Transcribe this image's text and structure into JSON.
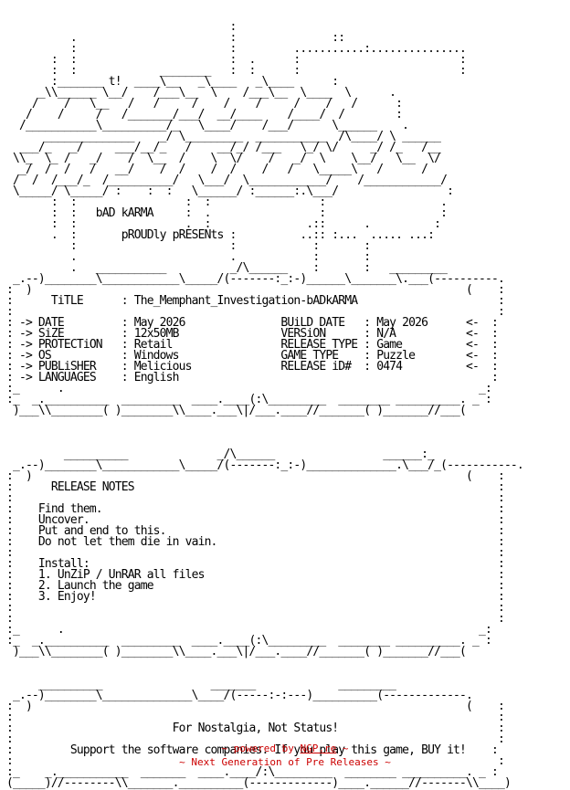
{
  "nfo_lines": [
    "                                    :",
    "           .                        :               ::",
    "           :                        :         ...........:...............",
    "        :  :                        :  .      :                         :",
    "        :  :             ________   :  :      :                         :",
    "        :_______ t!  ____\\__   _\\____   _\\____      :",
    "      _\\\\______ \\__/    /___\\__  \\    /___\\__  \\____  \\      .",
    "     /    /   \\__   /   /     /    /    /     /    /   /      :",
    "    /    /     /   /_______/___/  __/____    /____/  /        :",
    "   /___________\\__________/_   \\____/    /___/      \\______    .",
    "       ______________    _/ \\_________  ___________  /\\____/ \\ ______",
    "   ___/_   _/     ___/__/_   /    __/_/ /___   \\_/ \\/     _/ /_   /__",
    "  \\\\_  \\_ /   _/    /  \\__  /    \\  \\/    /   _/  \\    \\__/   \\__  \\/",
    "   _/  /  /   /   __/    /  /    /  /    /   /   \\_____\\   /      /",
    "  /  /  /___/_  /__________/   \\___/  \\____________/    /____________/",
    "  \\_____/ \\_____/ :    :  :   \\______/ :______:.\\___/                 :",
    "        :  :                 :  :                 :                  .",
    "        :  :   bAD kARMA     :  .                 :                  :",
    "        :  :                 .  :               .::      .          :",
    "        .  :       pROUDly pRESENts :          ..:: :...  ..... ...:",
    "           :                        :            :       :",
    "           .                        .            :       :",
    "           .   ___________          _/\\______    :       :   _________",
    "  _.--)________\\____________\\_____/(-------:_:-)______\\_______\\.___(----------.",
    " :  )                                                                    (    :",
    " :      TiTLE      : The_Memphant_Investigation-bADkARMA                      :",
    " :                                                                            :",
    " : -> DATE         : May 2026               BUiLD DATE   : May 2026      <-  :",
    " : -> SiZE         : 12x50MB                VERSiON      : N/A           <-  :",
    " : -> PROTECTiON   : Retail                 RELEASE TYPE : Game          <-  :",
    " : -> OS           : Windows                GAME TYPE    : Puzzle        <-  :",
    " : -> PUBLiSHER    : Melicious              RELEASE iD#  : 0474          <-  :",
    " : -> LANGUAGES    : English                                                 :",
    " :_      .                                                                 _:",
    " :_  _.__________  _________  ____.____(:\\_________  ________ __________. _ :",
    "  )___\\\\________( )________\\\\____.___\\|/___.____//_______( )_______//___(",
    "",
    "",
    "",
    "          __________              _/\\______                 ______:_",
    "  _.--)________\\____________\\_____/(-------:_:-)______________.\\___/_(-----------.",
    " :  )                                                                    (    :",
    " :      RELEASE NOTES                                                         :",
    " :                                                                            :",
    " :    Find them.                                                              :",
    " :    Uncover.                                                                :",
    " :    Put and end to this.                                                    :",
    " :    Do not let them die in vain.                                            :",
    " :                                                                            :",
    " :    Install:                                                                :",
    " :    1. UnZiP / UnRAR all files                                              :",
    " :    2. Launch the game                                                      :",
    " :    3. Enjoy!                                                               :",
    " :                                                                            :",
    " :                                                                            :",
    " :_      .                                                                 _:",
    " :_  _.__________  _________  ____.____(:\\_________  ________ __________. _ :",
    "  )___\\\\________( )________\\\\____.___\\|/___.____//_______( )_______//___(",
    "",
    "",
    "      __________                 _______             _________",
    "  _.--)________\\______________\\____/(-----:-:---)__________(-------------.",
    " :  )                                                                    (    :",
    " :                                                                            :",
    " :                         For Nostalgia, Not Status!                         :",
    " :                                                                            :",
    " :         Support the software companies. If you play this game, BUY it!    :",
    " :                                                                            :",
    " :_    _.___________  _______  ____.____/:\\_________  ________ __________. _ :",
    " (_____)//--------\\\\_______.__________(-------------)____.______//-------\\\\____)"
  ],
  "footer": {
    "powered_prefix": "~ powered by ",
    "powered_link": "NGP.re",
    "powered_suffix": " ~",
    "tagline": "~ Next Generation of Pre Releases ~"
  }
}
